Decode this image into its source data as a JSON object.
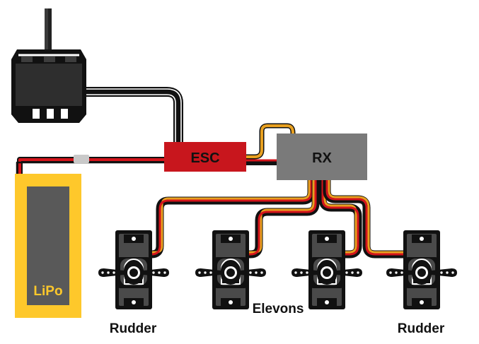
{
  "diagram": {
    "motor": {
      "icon": "brushless-motor-icon"
    },
    "esc": {
      "label": "ESC",
      "color": "#c8161d"
    },
    "rx": {
      "label": "RX",
      "color": "#7a7a7a"
    },
    "battery": {
      "label": "LiPo",
      "color": "#fec82b",
      "inner_color": "#595959",
      "text_color": "#fec82b"
    },
    "servos": [
      {
        "icon": "servo-icon"
      },
      {
        "icon": "servo-icon"
      },
      {
        "icon": "servo-icon"
      },
      {
        "icon": "servo-icon"
      }
    ],
    "labels": {
      "rudder_left": "Rudder",
      "elevons": "Elevons",
      "rudder_right": "Rudder"
    },
    "wire_colors": {
      "signal": "#e8a020",
      "power": "#d4141b",
      "ground": "#111111"
    }
  }
}
